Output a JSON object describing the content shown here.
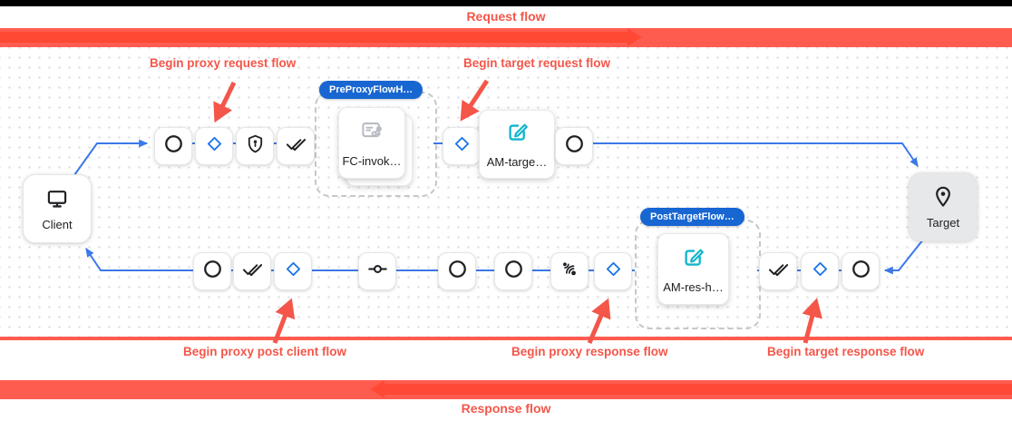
{
  "annotations": {
    "request_flow": "Request flow",
    "response_flow": "Response flow",
    "begin_proxy_request": "Begin proxy request flow",
    "begin_target_request": "Begin target request flow",
    "begin_proxy_post_client": "Begin proxy post client flow",
    "begin_proxy_response": "Begin proxy response flow",
    "begin_target_response": "Begin target response flow"
  },
  "endpoints": {
    "client_label": "Client",
    "target_label": "Target"
  },
  "groups": [
    {
      "badge": "PreProxyFlowH…",
      "policy": "FC-invok…",
      "policy_icon": "flow-callout-icon"
    },
    {
      "badge": "PostTargetFlow…",
      "policy": "AM-res-h…",
      "policy_icon": "edit-square-icon"
    }
  ],
  "policies": {
    "am_target": "AM-targe…"
  },
  "flow_nodes": {
    "request_row_icons": [
      "circle-icon",
      "diamond-icon",
      "shield-icon",
      "double-check-icon",
      "diamond-icon",
      "edit-square-icon",
      "circle-icon"
    ],
    "response_row_icons": [
      "circle-icon",
      "double-check-icon",
      "diamond-icon",
      "commit-icon",
      "circle-icon",
      "circle-icon",
      "sensors-icon",
      "diamond-icon",
      "double-check-icon",
      "diamond-icon",
      "circle-icon"
    ]
  },
  "colors": {
    "annotation_red": "#f4564a",
    "band_red": "#ff5c50",
    "band_arrow_red": "#ff4934",
    "flow_line_blue": "#3b78e8",
    "badge_blue": "#1766d1",
    "diamond_blue": "#1a73e8",
    "policy_teal": "#12b5cb",
    "icon_black": "#202124",
    "target_fill": "#e7e8ea"
  }
}
